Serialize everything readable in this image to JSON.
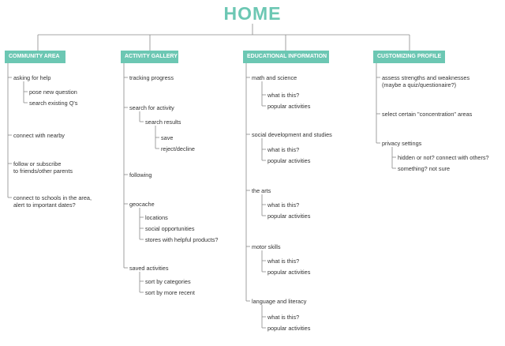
{
  "title": "HOME",
  "colors": {
    "accent": "#6cc7b3",
    "line": "#8a8a8a",
    "text": "#333333"
  },
  "columns": [
    {
      "header": "COMMUNITY AREA",
      "items": [
        {
          "text": "asking for help",
          "children": [
            {
              "text": "pose new question"
            },
            {
              "text": "search existing Q's"
            }
          ]
        },
        {
          "text": "connect with nearby"
        },
        {
          "text": "follow or subscribe\nto friends/other parents"
        },
        {
          "text": "connect to schools in the area,\nalert to important dates?"
        }
      ]
    },
    {
      "header": "ACTIVITY GALLERY",
      "items": [
        {
          "text": "tracking progress"
        },
        {
          "text": "search for activity",
          "children": [
            {
              "text": "search results",
              "children": [
                {
                  "text": "save"
                },
                {
                  "text": "reject/decline"
                }
              ]
            }
          ]
        },
        {
          "text": "following"
        },
        {
          "text": "geocache",
          "children": [
            {
              "text": "locations"
            },
            {
              "text": "social opportunities"
            },
            {
              "text": "stores with helpful products?"
            }
          ]
        },
        {
          "text": "saved activities",
          "children": [
            {
              "text": "sort by categories"
            },
            {
              "text": "sort by more recent"
            }
          ]
        }
      ]
    },
    {
      "header": "EDUCATIONAL INFORMATION",
      "items": [
        {
          "text": "math and science",
          "children": [
            {
              "text": "what is this?"
            },
            {
              "text": "popular activities"
            }
          ]
        },
        {
          "text": "social development and studies",
          "children": [
            {
              "text": "what is this?"
            },
            {
              "text": "popular activities"
            }
          ]
        },
        {
          "text": "the arts",
          "children": [
            {
              "text": "what is this?"
            },
            {
              "text": "popular activities"
            }
          ]
        },
        {
          "text": "motor skills",
          "children": [
            {
              "text": "what is this?"
            },
            {
              "text": "popular activities"
            }
          ]
        },
        {
          "text": "language and literacy",
          "children": [
            {
              "text": "what is this?"
            },
            {
              "text": "popular activities"
            }
          ]
        }
      ]
    },
    {
      "header": "CUSTOMIZING PROFILE",
      "items": [
        {
          "text": "assess strengths and weaknesses\n(maybe a quiz/questionaire?)"
        },
        {
          "text": "select certain \"concentration\" areas"
        },
        {
          "text": "privacy settings",
          "children": [
            {
              "text": "hidden or not? connect with others?"
            },
            {
              "text": "something? not sure"
            }
          ]
        }
      ]
    }
  ]
}
